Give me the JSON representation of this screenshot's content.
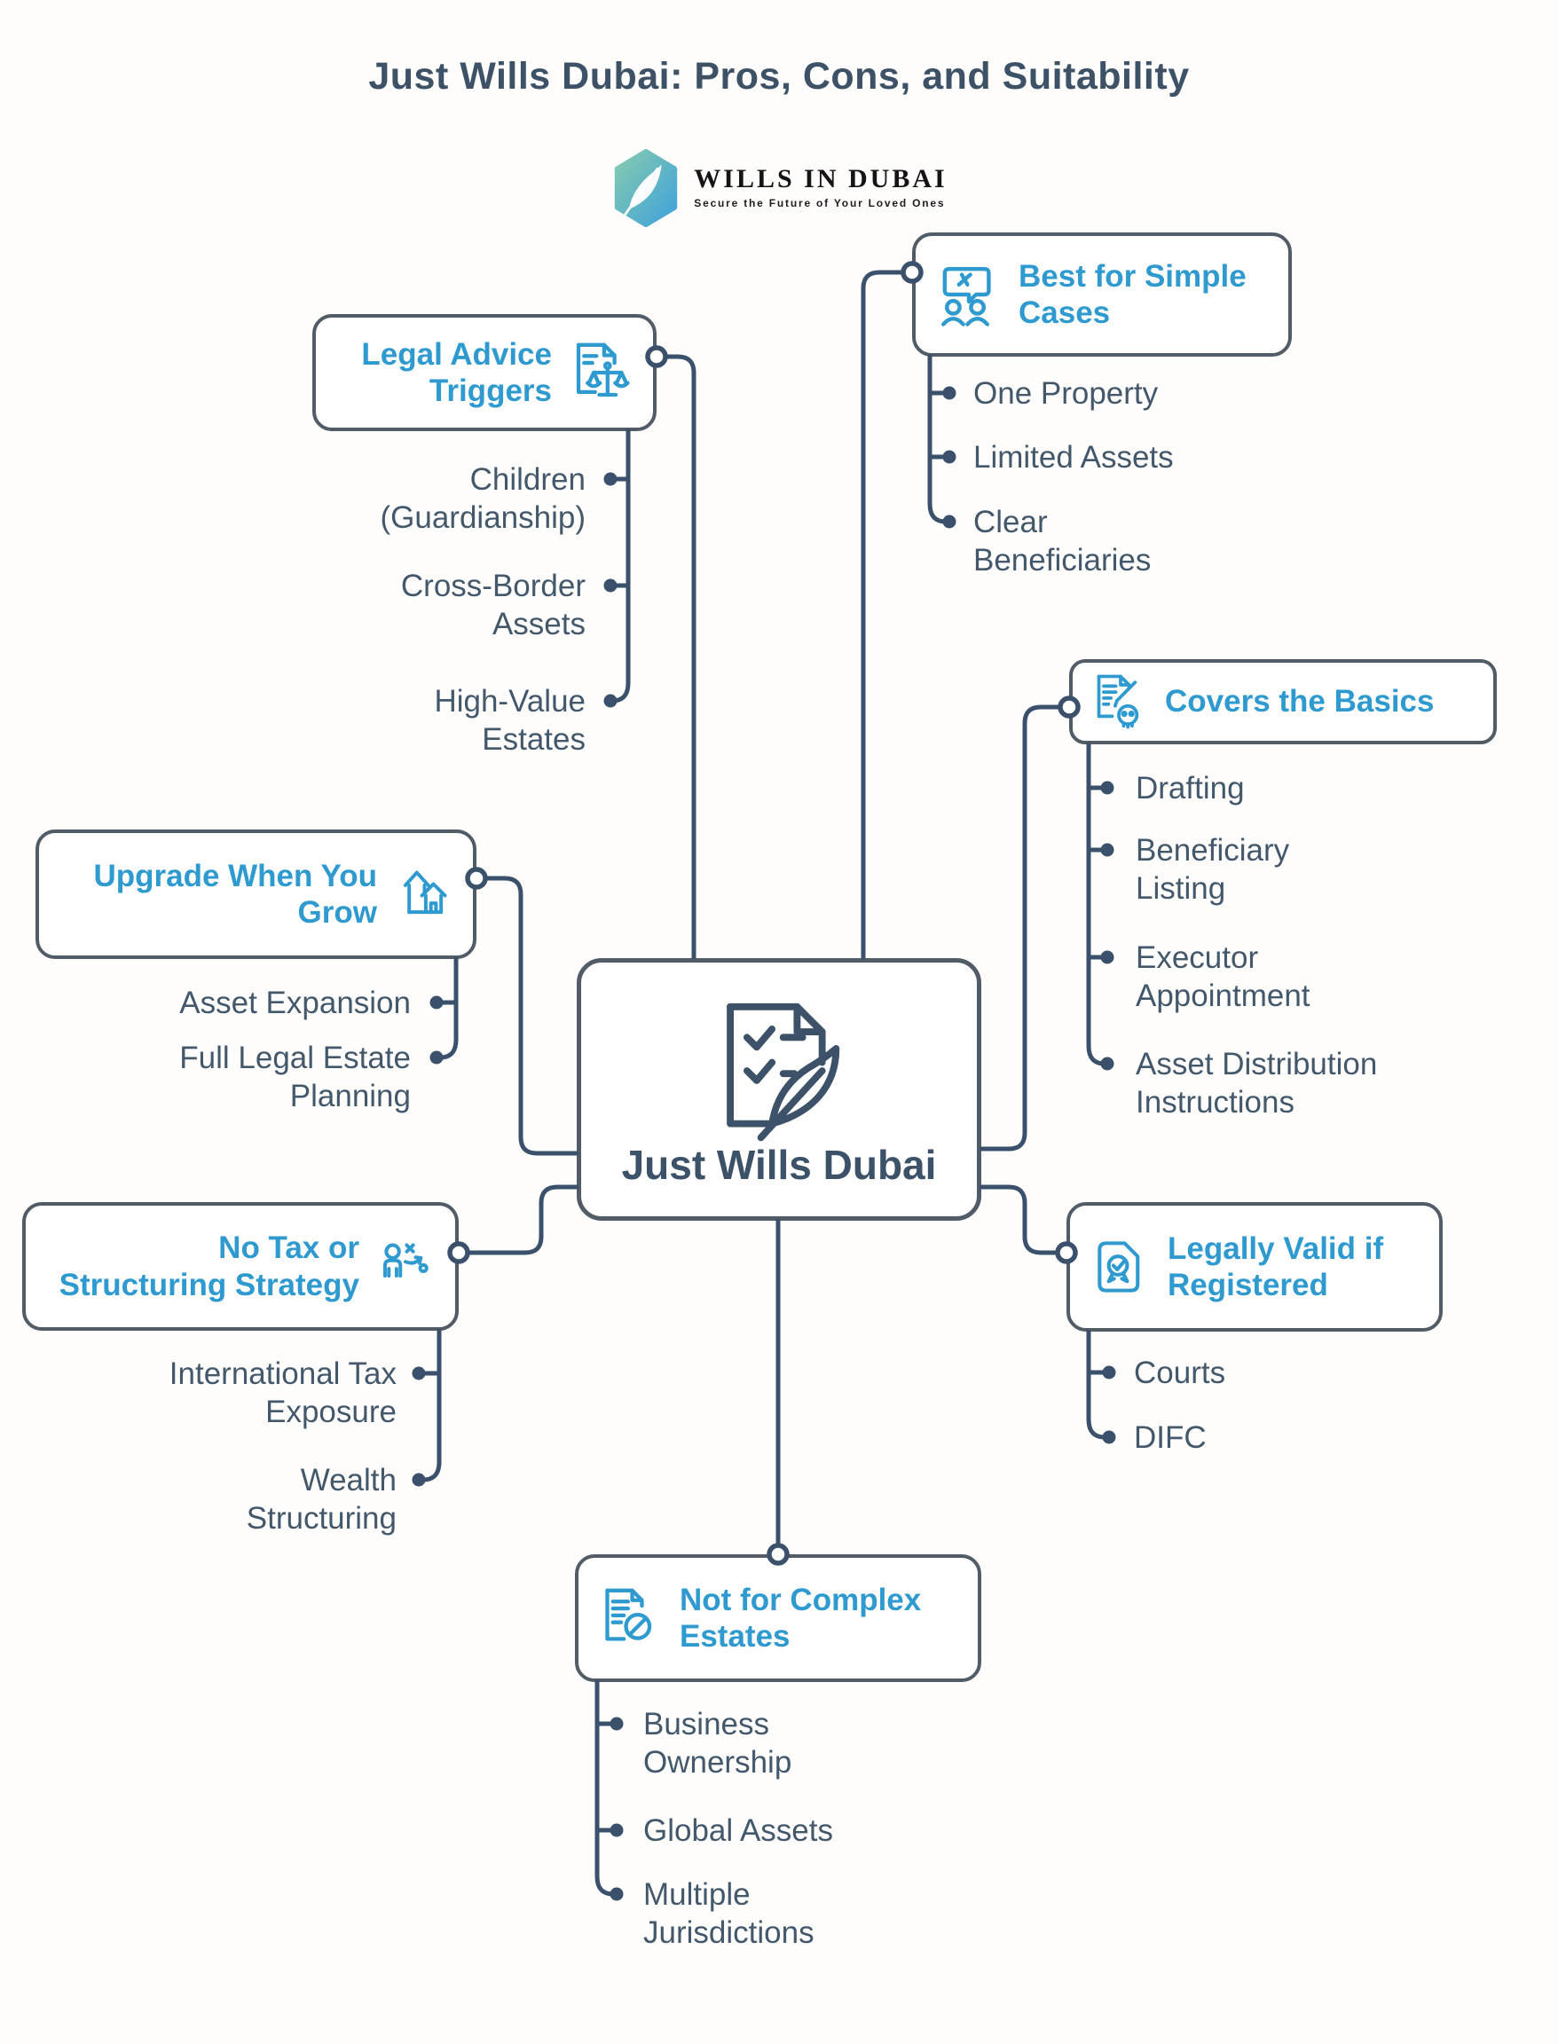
{
  "title": "Just Wills Dubai: Pros, Cons, and Suitability",
  "logo": {
    "name": "WILLS IN DUBAI",
    "tagline": "Secure the Future of Your Loved Ones",
    "icon": "feather-hexagon-logo-icon"
  },
  "center": {
    "label": "Just Wills Dubai",
    "icon": "will-checklist-feather-icon"
  },
  "colors": {
    "accent_blue": "#2e9acf",
    "dark_text": "#3d5266",
    "item_text": "#44586b",
    "box_border": "#525c66",
    "connector": "#3a506b",
    "logo_gradient_start": "#86cbae",
    "logo_gradient_end": "#3fa2db"
  },
  "branches": [
    {
      "id": "legal-advice-triggers",
      "label": "Legal Advice\nTriggers",
      "icon": "document-scales-icon",
      "items": [
        "Children (Guardianship)",
        "Cross-Border Assets",
        "High-Value Estates"
      ]
    },
    {
      "id": "best-for-simple-cases",
      "label": "Best for Simple\nCases",
      "icon": "people-discussion-gavel-icon",
      "items": [
        "One Property",
        "Limited Assets",
        "Clear Beneficiaries"
      ]
    },
    {
      "id": "covers-the-basics",
      "label": "Covers the Basics",
      "icon": "will-drafting-skull-icon",
      "items": [
        "Drafting",
        "Beneficiary Listing",
        "Executor Appointment",
        "Asset Distribution Instructions"
      ]
    },
    {
      "id": "upgrade-when-you-grow",
      "label": "Upgrade When You\nGrow",
      "icon": "property-growth-icon",
      "items": [
        "Asset Expansion",
        "Full Legal Estate Planning"
      ]
    },
    {
      "id": "no-tax-or-structuring-strategy",
      "label": "No Tax or\nStructuring Strategy",
      "icon": "no-strategy-person-icon",
      "items": [
        "International Tax Exposure",
        "Wealth Structuring"
      ]
    },
    {
      "id": "legally-valid-if-registered",
      "label": "Legally Valid if\nRegistered",
      "icon": "certificate-seal-icon",
      "items": [
        "Courts",
        "DIFC"
      ]
    },
    {
      "id": "not-for-complex-estates",
      "label": "Not for Complex\nEstates",
      "icon": "document-prohibited-icon",
      "items": [
        "Business Ownership",
        "Global Assets",
        "Multiple Jurisdictions"
      ]
    }
  ]
}
